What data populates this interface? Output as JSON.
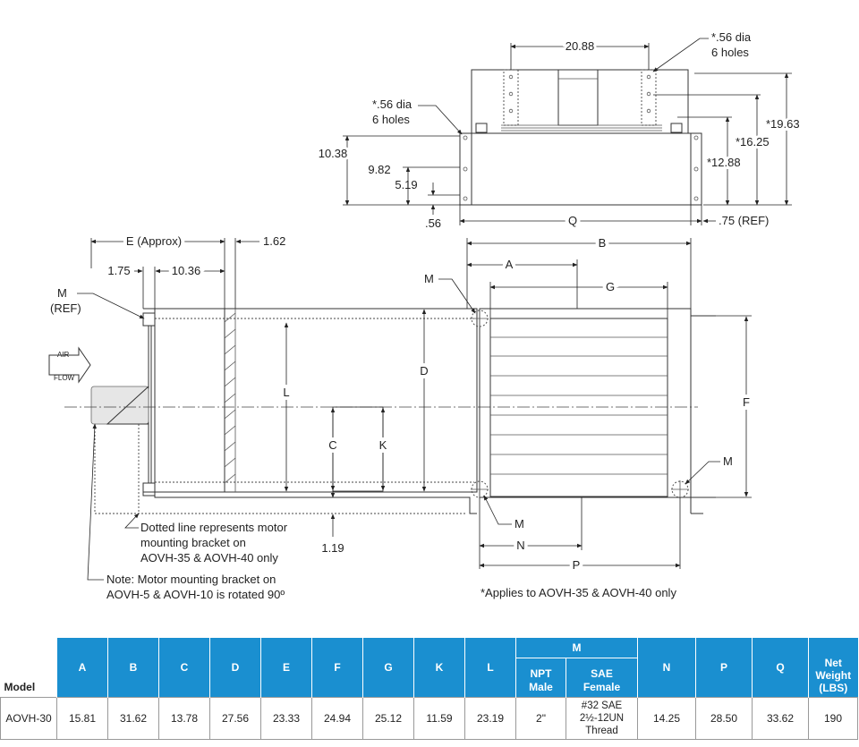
{
  "top_view": {
    "dim_top": "20.88",
    "hole_note_right": [
      "*.56 dia",
      "6 holes"
    ],
    "hole_note_left": [
      "*.56 dia",
      "6 holes"
    ],
    "dim_19_63": "*19.63",
    "dim_16_25": "*16.25",
    "dim_12_88": "*12.88",
    "dim_10_38": "10.38",
    "dim_9_82": "9.82",
    "dim_5_19": "5.19",
    "dim_56": ".56",
    "dim_q": "Q",
    "dim_75": ".75 (REF)"
  },
  "side_view": {
    "e_approx": "E (Approx)",
    "dim_1_62": "1.62",
    "dim_1_75": "1.75",
    "dim_10_36": "10.36",
    "m_ref": [
      "M",
      "(REF)"
    ],
    "air_flow": [
      "AIR",
      "FLOW"
    ],
    "label_l": "L",
    "label_d": "D",
    "label_c": "C",
    "label_k": "K",
    "dim_1_19": "1.19",
    "note_dotted": [
      "Dotted line represents motor",
      "mounting bracket on",
      "AOVH-35 & AOVH-40 only"
    ],
    "note_motor": [
      "Note: Motor mounting bracket on",
      "AOVH-5 & AOVH-10 is rotated 90º"
    ]
  },
  "front_view": {
    "label_b": "B",
    "label_a": "A",
    "label_g": "G",
    "label_m_top": "M",
    "label_f": "F",
    "label_m_right": "M",
    "label_m_bottom": "M",
    "label_n": "N",
    "label_p": "P",
    "applies_note": "*Applies to AOVH-35 & AOVH-40 only"
  },
  "table": {
    "model_header": "Model",
    "headers": [
      "A",
      "B",
      "C",
      "D",
      "E",
      "F",
      "G",
      "K",
      "L"
    ],
    "m_header": "M",
    "m_sub": [
      [
        "NPT",
        "Male"
      ],
      [
        "SAE",
        "Female"
      ]
    ],
    "headers_after": [
      "N",
      "P",
      "Q"
    ],
    "weight_header": [
      "Net",
      "Weight",
      "(LBS)"
    ],
    "row": {
      "model": "AOVH-30",
      "values": [
        "15.81",
        "31.62",
        "13.78",
        "27.56",
        "23.33",
        "24.94",
        "25.12",
        "11.59",
        "23.19"
      ],
      "npt": "2\"",
      "sae": [
        "#32 SAE",
        "2½-12UN",
        "Thread"
      ],
      "values_after": [
        "14.25",
        "28.50",
        "33.62"
      ],
      "weight": "190"
    }
  }
}
